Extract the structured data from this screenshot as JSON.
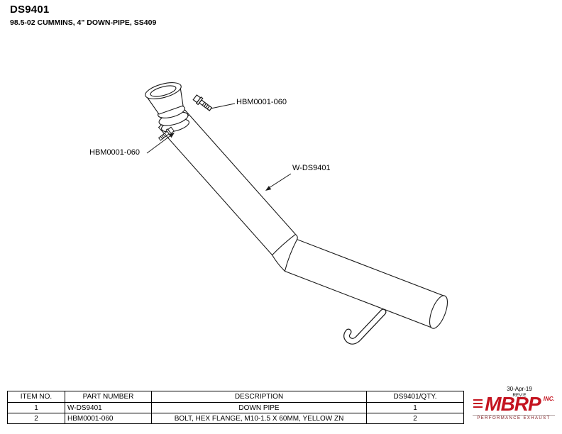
{
  "header": {
    "title": "DS9401",
    "subtitle": "98.5-02 CUMMINS, 4\" DOWN-PIPE, SS409"
  },
  "diagram": {
    "callouts": {
      "bolt_top": "HBM0001-060",
      "clamp_bolt": "HBM0001-060",
      "down_pipe": "W-DS9401"
    }
  },
  "table": {
    "headers": [
      "ITEM NO.",
      "PART NUMBER",
      "DESCRIPTION",
      "DS9401/QTY."
    ],
    "rows": [
      {
        "item_no": "1",
        "part_number": "W-DS9401",
        "description": "DOWN PIPE",
        "qty": "1"
      },
      {
        "item_no": "2",
        "part_number": "HBM0001-060",
        "description": "BOLT, HEX FLANGE, M10-1.5 X 60MM, YELLOW ZN",
        "qty": "2"
      }
    ]
  },
  "footer": {
    "date": "30-Apr-19",
    "rev": "REV:E",
    "logo_text": "MBRP",
    "logo_suffix": "INC.",
    "logo_tagline": "PERFORMANCE EXHAUST",
    "logo_color": "#c41420"
  }
}
